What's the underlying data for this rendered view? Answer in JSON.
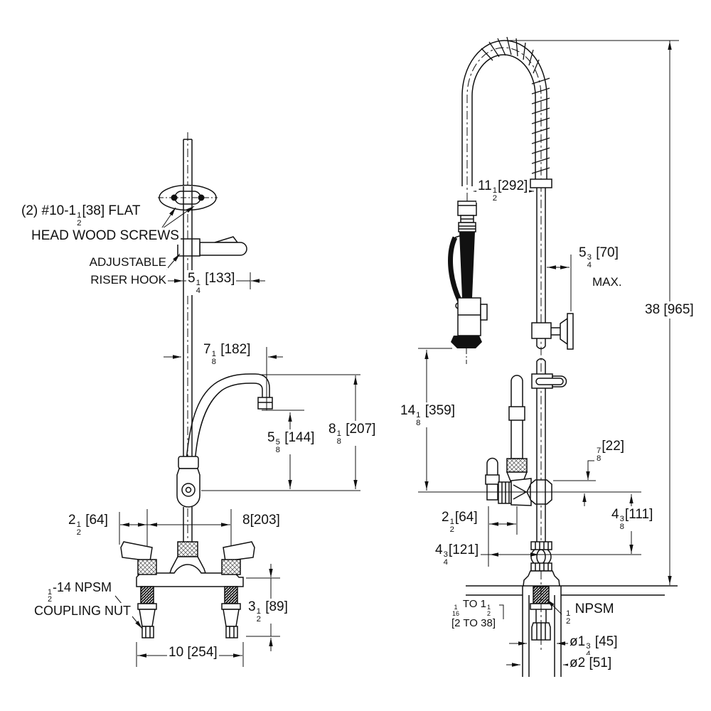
{
  "colors": {
    "ink": "#111111",
    "paper": "#ffffff"
  },
  "left_view": {
    "notes": {
      "screws_line1": "(2) #10-1{1/2}[38] FLAT",
      "screws_line2": "HEAD WOOD SCREWS",
      "hook_line1": "ADJUSTABLE",
      "hook_line2": "RISER HOOK",
      "coupling_line1": "{1/2}-14 NPSM",
      "coupling_line2": "COUPLING NUT"
    },
    "dimensions": {
      "hook_height": "5{1/4} [133]",
      "spout_reach": "7{1/8} [182]",
      "spout_height": "8{1/8} [207]",
      "nozzle_height": "5{5/8} [144]",
      "handle_offset": "2{1/2} [64]",
      "faucet_centers": "8[203]",
      "base_height": "3{1/2} [89]",
      "base_width": "10 [254]"
    }
  },
  "right_view": {
    "notes": {
      "deck_thickness_line1": "{1/16} TO 1{1/2}",
      "deck_thickness_line2": "[2 TO 38]",
      "shank_thread": "{1/2} NPSM",
      "wall_max": "MAX."
    },
    "dimensions": {
      "hose_loop_width": "11{1/2}[292]",
      "wall_clearance": "5{3/4} [70]",
      "overall_height": "38 [965]",
      "spray_valve_height": "14{1/8} [359]",
      "port_rise": "{7/8}[22]",
      "handle_to_spout": "2{1/2}[64]",
      "body_to_union": "4{3/8}[111]",
      "handle_reach": "4{3/4}[121]",
      "shank_diameter": "ø1{3/4} [45]",
      "hole_diameter": "ø2 [51]"
    }
  }
}
